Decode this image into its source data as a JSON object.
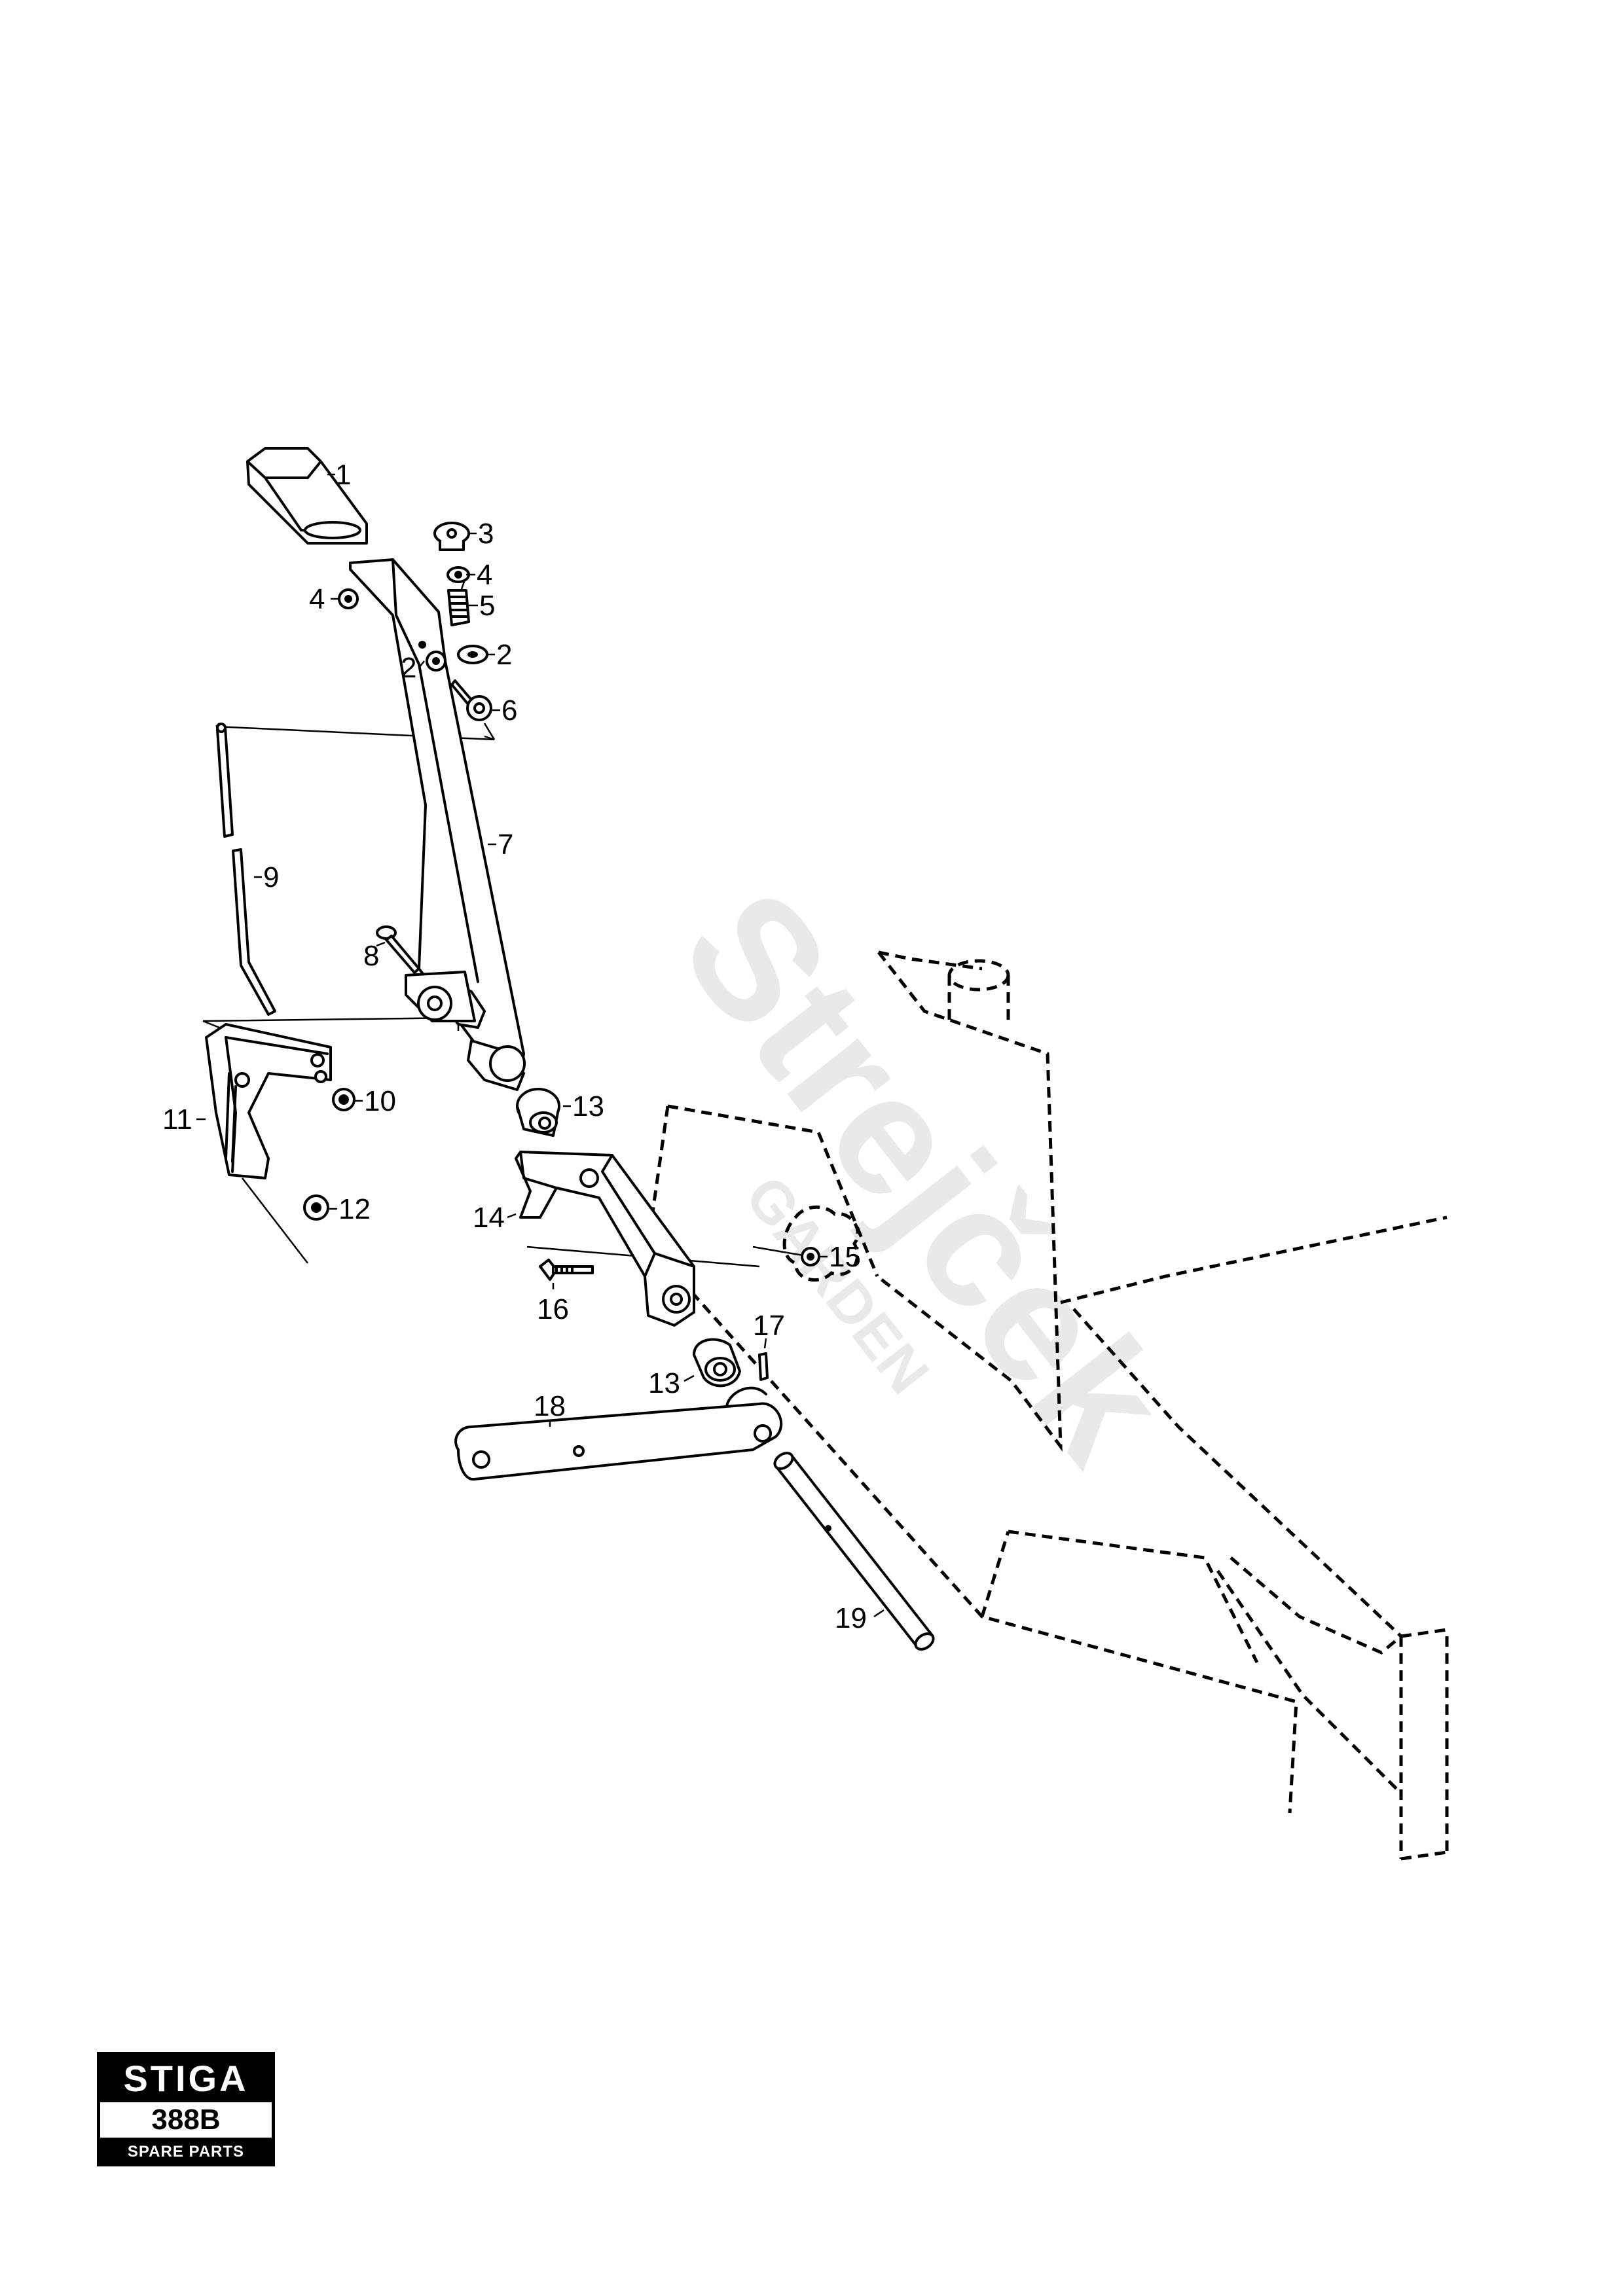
{
  "callouts": [
    {
      "id": "c1",
      "text": "1"
    },
    {
      "id": "c3",
      "text": "3"
    },
    {
      "id": "c4a",
      "text": "4"
    },
    {
      "id": "c4b",
      "text": "4"
    },
    {
      "id": "c5",
      "text": "5"
    },
    {
      "id": "c2a",
      "text": "2"
    },
    {
      "id": "c2b",
      "text": "2"
    },
    {
      "id": "c6",
      "text": "6"
    },
    {
      "id": "c7",
      "text": "7"
    },
    {
      "id": "c9",
      "text": "9"
    },
    {
      "id": "c8",
      "text": "8"
    },
    {
      "id": "c13a",
      "text": "13"
    },
    {
      "id": "c10",
      "text": "10"
    },
    {
      "id": "c11",
      "text": "11"
    },
    {
      "id": "c12",
      "text": "12"
    },
    {
      "id": "c14",
      "text": "14"
    },
    {
      "id": "c15",
      "text": "15"
    },
    {
      "id": "c16",
      "text": "16"
    },
    {
      "id": "c17",
      "text": "17"
    },
    {
      "id": "c13b",
      "text": "13"
    },
    {
      "id": "c18",
      "text": "18"
    },
    {
      "id": "c19",
      "text": "19"
    }
  ],
  "watermark": {
    "brand": "Strejček",
    "sub": "GARDEN"
  },
  "logo": {
    "brand": "STIGA",
    "model": "388B",
    "caption": "SPARE PARTS"
  }
}
